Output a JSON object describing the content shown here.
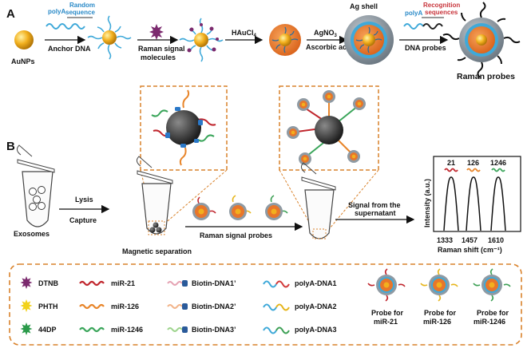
{
  "panels": {
    "a": "A",
    "b": "B"
  },
  "top": {
    "aunps": "AuNPs",
    "polya_1": "polyA",
    "random_1": "Random",
    "random_2": "sequence",
    "anchor_dna": "Anchor DNA",
    "raman_mol_1": "Raman signal",
    "raman_mol_2": "molecules",
    "haucl4": "HAuCl",
    "haucl4_sub": "4",
    "agno3": "AgNO",
    "agno3_sub": "3",
    "ascorbic": "Ascorbic acid",
    "ag_shell": "Ag shell",
    "polya_2": "polyA",
    "recog_1": "Recognition",
    "recog_2": "sequences",
    "dna_probes": "DNA probes",
    "raman_probes": "Raman probes"
  },
  "middle": {
    "exosomes": "Exosomes",
    "lysis": "Lysis",
    "capture": "Capture",
    "magnetic": "Magnetic separation",
    "signal_probes": "Raman signal probes",
    "signal_1": "Signal from the",
    "signal_2": "supernatant",
    "spectrum": {
      "ylabel": "Intensity (a.u.)",
      "xlabel": "Raman shift (cm⁻¹)",
      "ticks": [
        "1333",
        "1457",
        "1610"
      ],
      "peak_labels": [
        "21",
        "126",
        "1246"
      ]
    }
  },
  "legend": {
    "molecules": [
      {
        "name": "DTNB",
        "color": "#7b2a6e"
      },
      {
        "name": "PHTH",
        "color": "#f2d21b"
      },
      {
        "name": "44DP",
        "color": "#2a9a4a"
      }
    ],
    "mirnas": [
      {
        "name": "miR-21",
        "color": "#c0262d"
      },
      {
        "name": "miR-126",
        "color": "#e8852a"
      },
      {
        "name": "miR-1246",
        "color": "#3aa55a"
      }
    ],
    "biotin": [
      {
        "name": "Biotin-DNA1’",
        "color": "#e5a3b3"
      },
      {
        "name": "Biotin-DNA2’",
        "color": "#f2b48a"
      },
      {
        "name": "Biotin-DNA3’",
        "color": "#9ed48e"
      }
    ],
    "polya": [
      {
        "name": "polyA-DNA1",
        "color": "#d23a3a"
      },
      {
        "name": "polyA-DNA2",
        "color": "#e6b51c"
      },
      {
        "name": "polyA-DNA3",
        "color": "#3da055"
      }
    ],
    "probes": [
      {
        "label_1": "Probe for",
        "label_2": "miR-21"
      },
      {
        "label_1": "Probe for",
        "label_2": "miR-126"
      },
      {
        "label_1": "Probe for",
        "label_2": "miR-1246"
      }
    ]
  },
  "colors": {
    "gold": "#f2b01e",
    "orange": "#e8762a",
    "dna_blue": "#3fa9d9",
    "grey_shell": "#8f9aa3",
    "dashed": "#d9822b"
  }
}
